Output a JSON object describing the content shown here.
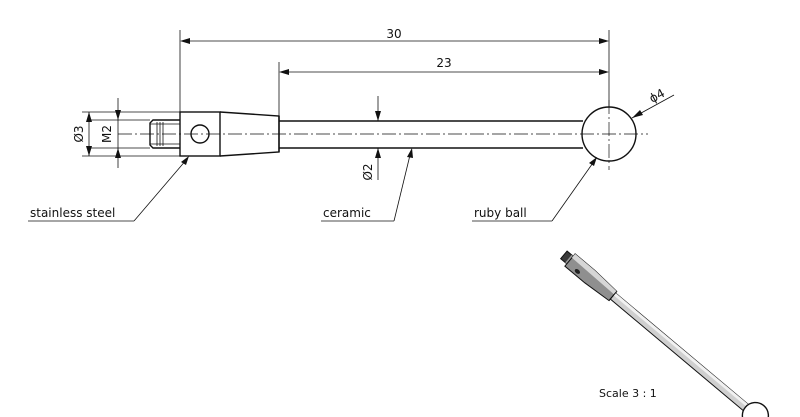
{
  "drawing": {
    "dimensions": {
      "overall_length": "30",
      "stem_length": "23",
      "ball_diameter": "ϕ4",
      "stem_diameter": "Ø2",
      "body_diameter": "Ø3",
      "thread": "M2"
    },
    "labels": {
      "body_material": "stainless steel",
      "stem_material": "ceramic",
      "tip_material": "ruby ball"
    },
    "scale": "Scale 3 : 1"
  }
}
